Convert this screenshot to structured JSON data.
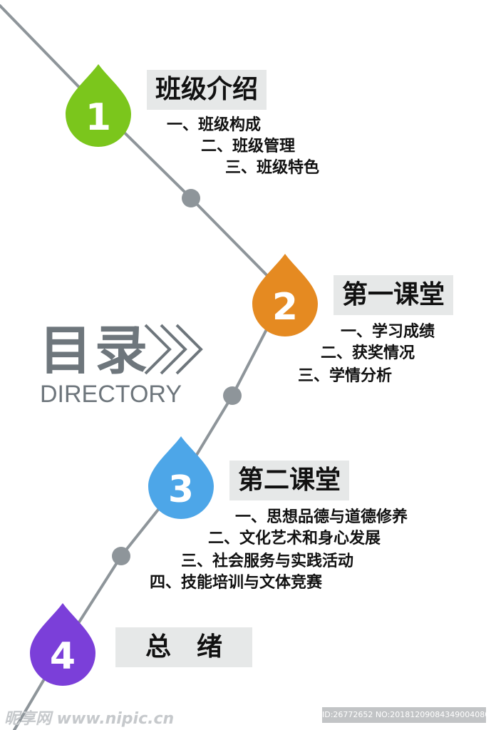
{
  "colors": {
    "line": "#8e959a",
    "dot": "#8e959a",
    "drop_1": "#7bc61c",
    "drop_2": "#e58a21",
    "drop_3": "#4da6e8",
    "drop_4": "#7b3fd9",
    "title_box": "#e6e8e8",
    "directory_text": "#6e767c"
  },
  "directory": {
    "title": "目录",
    "subtitle": "DIRECTORY",
    "arrow_icon": "triple-chevron-right-icon"
  },
  "sections": [
    {
      "number": "1",
      "title": "班级介绍",
      "items": [
        "一、班级构成",
        "二、班级管理",
        "三、班级特色"
      ]
    },
    {
      "number": "2",
      "title": "第一课堂",
      "items": [
        "一、学习成绩",
        "二、获奖情况",
        "三、学情分析"
      ]
    },
    {
      "number": "3",
      "title": "第二课堂",
      "items": [
        "一、思想品德与道德修养",
        "二、文化艺术和身心发展",
        "三、社会服务与实践活动",
        "四、技能培训与文体竞赛"
      ]
    },
    {
      "number": "4",
      "title": "总　绪",
      "items": []
    }
  ],
  "watermark": {
    "left": "昵享网 www.nipic.cn",
    "right": "ID:26772652 NO:20181209084349004080"
  }
}
